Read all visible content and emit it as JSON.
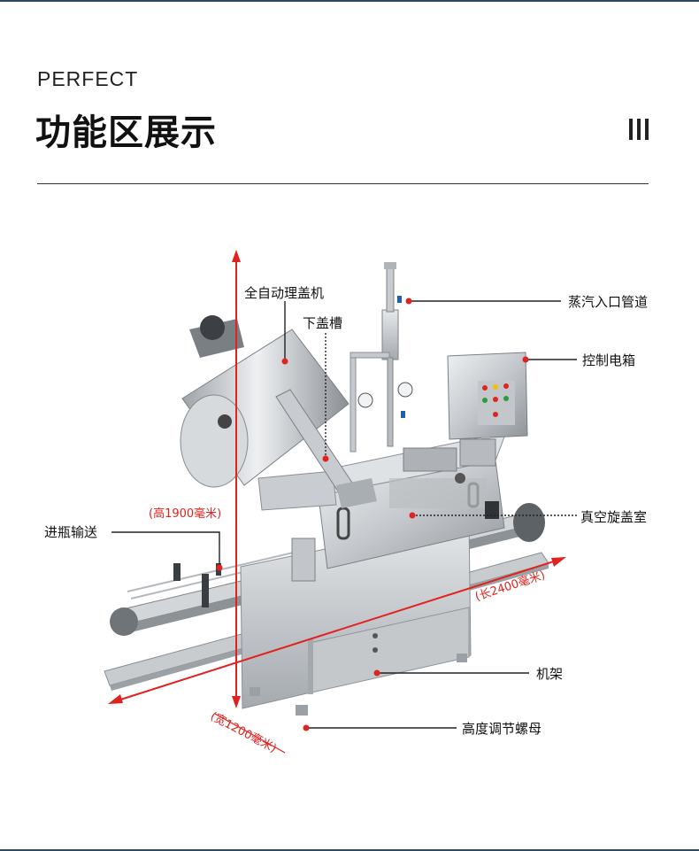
{
  "header": {
    "eyebrow": "PERFECT",
    "title": "功能区展示"
  },
  "labels": {
    "auto_cap_sorter": "全自动理盖机",
    "cap_chute": "下盖槽",
    "steam_inlet_pipe": "蒸汽入口管道",
    "control_box": "控制电箱",
    "bottle_infeed": "进瓶输送",
    "vacuum_capping_chamber": "真空旋盖室",
    "machine_frame": "机架",
    "height_adjust_nut": "高度调节螺母"
  },
  "dimensions": {
    "height": "(高1900毫米)",
    "length": "(长2400毫米)",
    "width": "(宽1200毫米)"
  },
  "colors": {
    "accent_red": "#e0231f",
    "brand_navy": "#2c4a63",
    "steel_light": "#d9dcdf",
    "steel_mid": "#b4b8bd",
    "steel_dark": "#7e8388"
  }
}
